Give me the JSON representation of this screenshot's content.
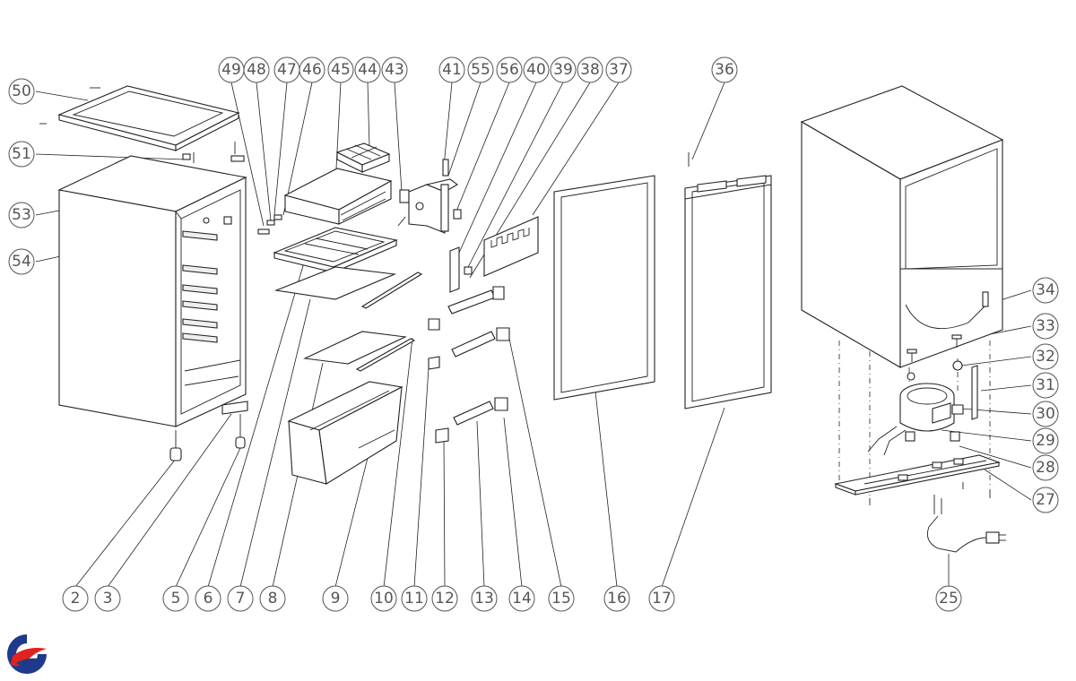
{
  "diagram": {
    "callouts": [
      "2",
      "3",
      "5",
      "6",
      "7",
      "8",
      "9",
      "10",
      "11",
      "12",
      "13",
      "14",
      "15",
      "16",
      "17",
      "25",
      "27",
      "28",
      "29",
      "30",
      "31",
      "32",
      "33",
      "34",
      "36",
      "37",
      "38",
      "39",
      "40",
      "41",
      "43",
      "44",
      "45",
      "46",
      "47",
      "48",
      "49",
      "50",
      "51",
      "53",
      "54",
      "55",
      "56"
    ]
  },
  "colors": {
    "line": "#222222",
    "callout": "#555555",
    "logo_blue": "#1f3a8a",
    "logo_red": "#e0231c"
  },
  "icons": {
    "logo": "brand-logo-icon"
  }
}
